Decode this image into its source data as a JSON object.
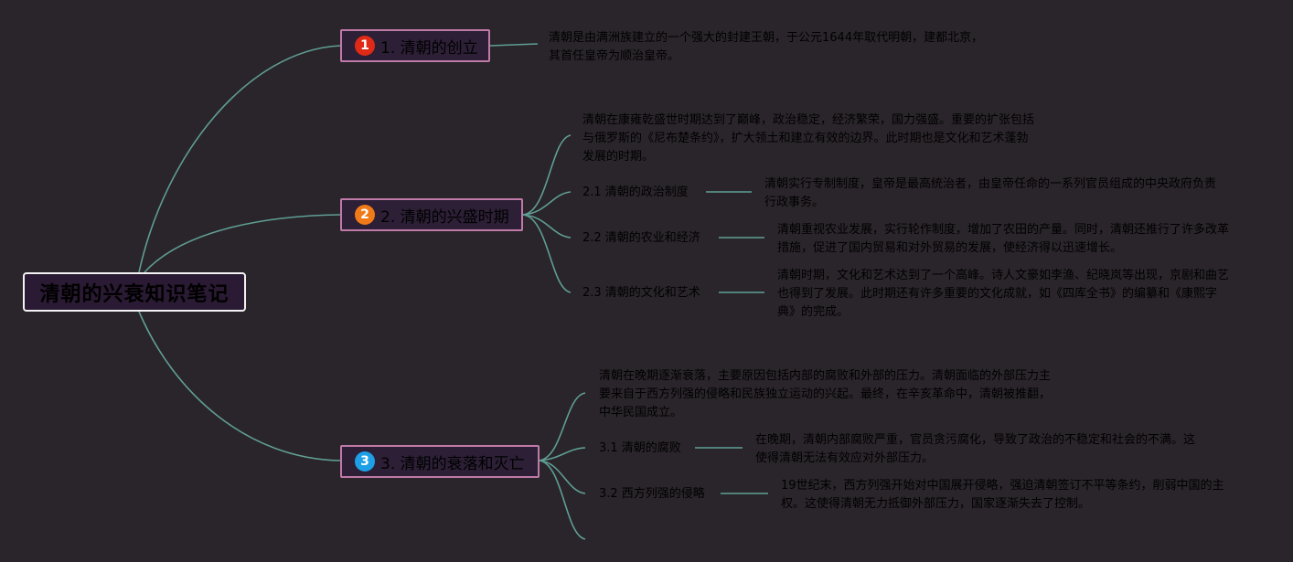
{
  "root": {
    "title": "清朝的兴衰知识笔记"
  },
  "colors": {
    "background": "#2a252b",
    "connector": "#5f9e94",
    "branch_border": "#c07aa8",
    "root_border": "#f2f2f2",
    "text": "#000000"
  },
  "branches": [
    {
      "badge": "1",
      "badge_color": "#e02a16",
      "label": "1. 清朝的创立",
      "detail": "清朝是由满洲族建立的一个强大的封建王朝，于公元1644年取代明朝，建都北京，其首任皇帝为顺治皇帝。"
    },
    {
      "badge": "2",
      "badge_color": "#f07a17",
      "label": "2. 清朝的兴盛时期",
      "summary": "清朝在康雍乾盛世时期达到了巅峰，政治稳定，经济繁荣，国力强盛。重要的扩张包括与俄罗斯的《尼布楚条约》，扩大领土和建立有效的边界。此时期也是文化和艺术蓬勃发展的时期。",
      "subs": [
        {
          "label": "2.1 清朝的政治制度",
          "detail": "清朝实行专制制度，皇帝是最高统治者，由皇帝任命的一系列官员组成的中央政府负责行政事务。"
        },
        {
          "label": "2.2 清朝的农业和经济",
          "detail": "清朝重视农业发展，实行轮作制度，增加了农田的产量。同时，清朝还推行了许多改革措施，促进了国内贸易和对外贸易的发展，使经济得以迅速增长。"
        },
        {
          "label": "2.3 清朝的文化和艺术",
          "detail": "清朝时期，文化和艺术达到了一个高峰。诗人文豪如李渔、纪晓岚等出现，京剧和曲艺也得到了发展。此时期还有许多重要的文化成就，如《四库全书》的编纂和《康熙字典》的完成。"
        }
      ]
    },
    {
      "badge": "3",
      "badge_color": "#1ea0e6",
      "label": "3. 清朝的衰落和灭亡",
      "summary": "清朝在晚期逐渐衰落，主要原因包括内部的腐败和外部的压力。清朝面临的外部压力主要来自于西方列强的侵略和民族独立运动的兴起。最终，在辛亥革命中，清朝被推翻，中华民国成立。",
      "subs": [
        {
          "label": "3.1 清朝的腐败",
          "detail": "在晚期，清朝内部腐败严重，官员贪污腐化，导致了政治的不稳定和社会的不满。这使得清朝无法有效应对外部压力。"
        },
        {
          "label": "3.2 西方列强的侵略",
          "detail": "19世纪末，西方列强开始对中国展开侵略，强迫清朝签订不平等条约，削弱中国的主权。这使得清朝无力抵御外部压力，国家逐渐失去了控制。"
        }
      ]
    }
  ]
}
